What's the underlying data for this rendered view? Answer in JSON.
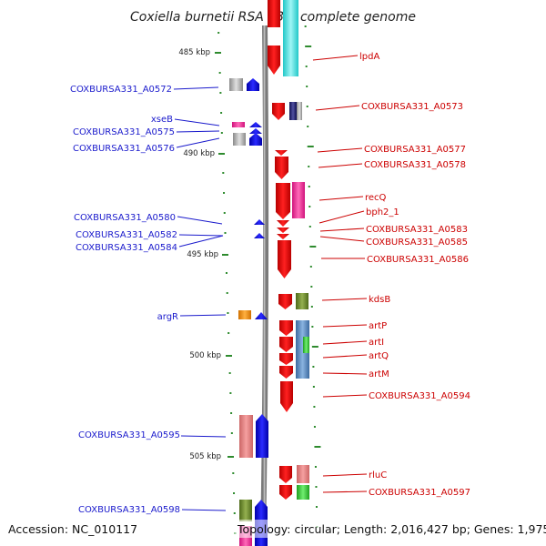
{
  "title": "Coxiella burnetii RSA 331, complete genome",
  "footer": {
    "accession": "Accession: NC_010117",
    "summary": "Topology: circular; Length: 2,016,427 bp; Genes: 1,975"
  },
  "scale_labels": [
    "485 kbp",
    "490 kbp",
    "495 kbp",
    "500 kbp",
    "505 kbp"
  ],
  "colors": {
    "forward_gene": "#ee0000",
    "reverse_gene": "#0000ee",
    "backbone": "#999999",
    "left_label": "#1a1acc",
    "right_label": "#cc0000",
    "tick": "#2e8b2e"
  },
  "genes_left": [
    {
      "label": "COXBURSA331_A0572"
    },
    {
      "label": "xseB"
    },
    {
      "label": "COXBURSA331_A0575"
    },
    {
      "label": "COXBURSA331_A0576"
    },
    {
      "label": "COXBURSA331_A0580"
    },
    {
      "label": "COXBURSA331_A0582"
    },
    {
      "label": "COXBURSA331_A0584"
    },
    {
      "label": "argR"
    },
    {
      "label": "COXBURSA331_A0595"
    },
    {
      "label": "COXBURSA331_A0598"
    }
  ],
  "genes_right": [
    {
      "label": "lpdA"
    },
    {
      "label": "COXBURSA331_A0573"
    },
    {
      "label": "COXBURSA331_A0577"
    },
    {
      "label": "COXBURSA331_A0578"
    },
    {
      "label": "recQ"
    },
    {
      "label": "bph2_1"
    },
    {
      "label": "COXBURSA331_A0583"
    },
    {
      "label": "COXBURSA331_A0585"
    },
    {
      "label": "COXBURSA331_A0586"
    },
    {
      "label": "kdsB"
    },
    {
      "label": "artP"
    },
    {
      "label": "artI"
    },
    {
      "label": "artQ"
    },
    {
      "label": "artM"
    },
    {
      "label": "COXBURSA331_A0594"
    },
    {
      "label": "rluC"
    },
    {
      "label": "COXBURSA331_A0597"
    }
  ]
}
